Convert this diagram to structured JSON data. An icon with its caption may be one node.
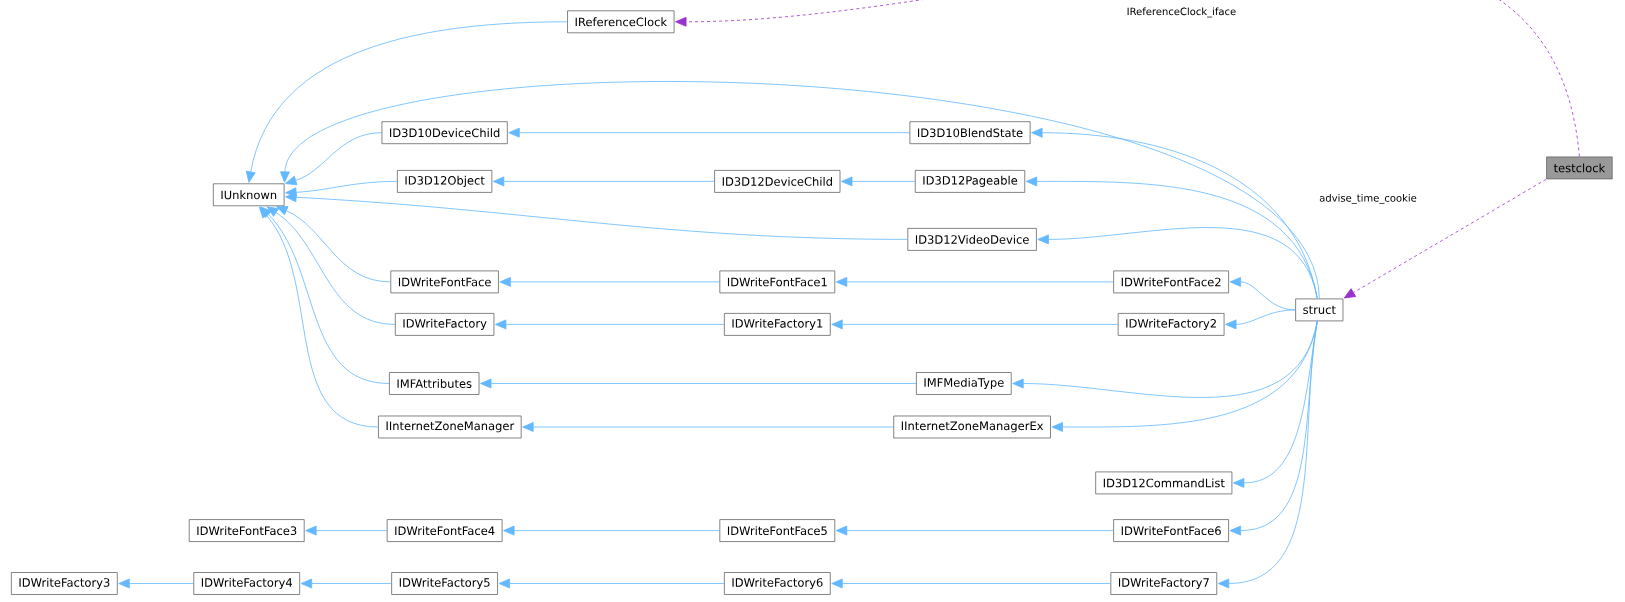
{
  "diagram": {
    "nodes": [
      {
        "text": [
          "IReferenceClock"
        ]
      },
      {
        "text": [
          "testclock"
        ]
      },
      {
        "text": [
          "ID3D10DeviceChild"
        ]
      },
      {
        "text": [
          "ID3D10BlendState"
        ]
      },
      {
        "text": [
          "ID3D12Object"
        ]
      },
      {
        "text": [
          "ID3D12DeviceChild"
        ]
      },
      {
        "text": [
          "ID3D12Pageable"
        ]
      },
      {
        "text": [
          "IUnknown"
        ]
      },
      {
        "text": [
          "ID3D12VideoDevice"
        ]
      },
      {
        "text": [
          "IDWriteFontFace"
        ]
      },
      {
        "text": [
          "IDWriteFontFace1"
        ]
      },
      {
        "text": [
          "IDWriteFontFace2"
        ]
      },
      {
        "text": [
          "struct"
        ]
      },
      {
        "text": [
          "IDWriteFactory"
        ]
      },
      {
        "text": [
          "IDWriteFactory1"
        ]
      },
      {
        "text": [
          "IDWriteFactory2"
        ]
      },
      {
        "text": [
          "IMFAttributes"
        ]
      },
      {
        "text": [
          "IMFMediaType"
        ]
      },
      {
        "text": [
          "IInternetZoneManager"
        ]
      },
      {
        "text": [
          "IInternetZoneManagerEx"
        ]
      },
      {
        "text": [
          "ID3D12CommandList"
        ]
      },
      {
        "text": [
          "IDWriteFontFace3"
        ]
      },
      {
        "text": [
          "IDWriteFontFace4"
        ]
      },
      {
        "text": [
          "IDWriteFontFace5"
        ]
      },
      {
        "text": [
          "IDWriteFontFace6"
        ]
      },
      {
        "text": [
          "IDWriteFactory3"
        ]
      },
      {
        "text": [
          "IDWriteFactory4"
        ]
      },
      {
        "text": [
          "IDWriteFactory5"
        ]
      },
      {
        "text": [
          "IDWriteFactory6"
        ]
      },
      {
        "text": [
          "IDWriteFactory7"
        ]
      }
    ],
    "edges": [
      {
        "from": 1,
        "to": 0,
        "arrow": "to",
        "label": "IReferenceClock_iface",
        "style": "dashed",
        "color": "#9a32cd"
      },
      {
        "from": 1,
        "to": 12,
        "arrow": "to",
        "label": "advise_time_cookie",
        "style": "dashed",
        "color": "#9a32cd"
      },
      {
        "from": 0,
        "to": 7,
        "arrow": "to"
      },
      {
        "from": 2,
        "to": 7,
        "arrow": "to"
      },
      {
        "from": 4,
        "to": 7,
        "arrow": "to"
      },
      {
        "from": 9,
        "to": 7,
        "arrow": "to"
      },
      {
        "from": 13,
        "to": 7,
        "arrow": "to"
      },
      {
        "from": 16,
        "to": 7,
        "arrow": "to"
      },
      {
        "from": 18,
        "to": 7,
        "arrow": "to"
      },
      {
        "from": 8,
        "to": 7,
        "arrow": "to"
      },
      {
        "from": 12,
        "to": 7,
        "arrow": "to"
      },
      {
        "from": 3,
        "to": 2,
        "arrow": "to"
      },
      {
        "from": 5,
        "to": 4,
        "arrow": "to"
      },
      {
        "from": 6,
        "to": 5,
        "arrow": "to"
      },
      {
        "from": 10,
        "to": 9,
        "arrow": "to"
      },
      {
        "from": 11,
        "to": 10,
        "arrow": "to"
      },
      {
        "from": 14,
        "to": 13,
        "arrow": "to"
      },
      {
        "from": 15,
        "to": 14,
        "arrow": "to"
      },
      {
        "from": 17,
        "to": 16,
        "arrow": "to"
      },
      {
        "from": 19,
        "to": 18,
        "arrow": "to"
      },
      {
        "from": 12,
        "to": 3,
        "arrow": "to"
      },
      {
        "from": 12,
        "to": 6,
        "arrow": "to"
      },
      {
        "from": 12,
        "to": 8,
        "arrow": "to"
      },
      {
        "from": 12,
        "to": 11,
        "arrow": "to"
      },
      {
        "from": 12,
        "to": 15,
        "arrow": "to"
      },
      {
        "from": 12,
        "to": 17,
        "arrow": "to"
      },
      {
        "from": 12,
        "to": 19,
        "arrow": "to"
      },
      {
        "from": 12,
        "to": 20,
        "arrow": "to"
      },
      {
        "from": 12,
        "to": 24,
        "arrow": "to"
      },
      {
        "from": 12,
        "to": 29,
        "arrow": "to"
      },
      {
        "from": 22,
        "to": 21,
        "arrow": "to"
      },
      {
        "from": 23,
        "to": 22,
        "arrow": "to"
      },
      {
        "from": 24,
        "to": 23,
        "arrow": "to"
      },
      {
        "from": 26,
        "to": 25,
        "arrow": "to"
      },
      {
        "from": 27,
        "to": 26,
        "arrow": "to"
      },
      {
        "from": 28,
        "to": 27,
        "arrow": "to"
      },
      {
        "from": 29,
        "to": 28,
        "arrow": "to"
      }
    ]
  }
}
